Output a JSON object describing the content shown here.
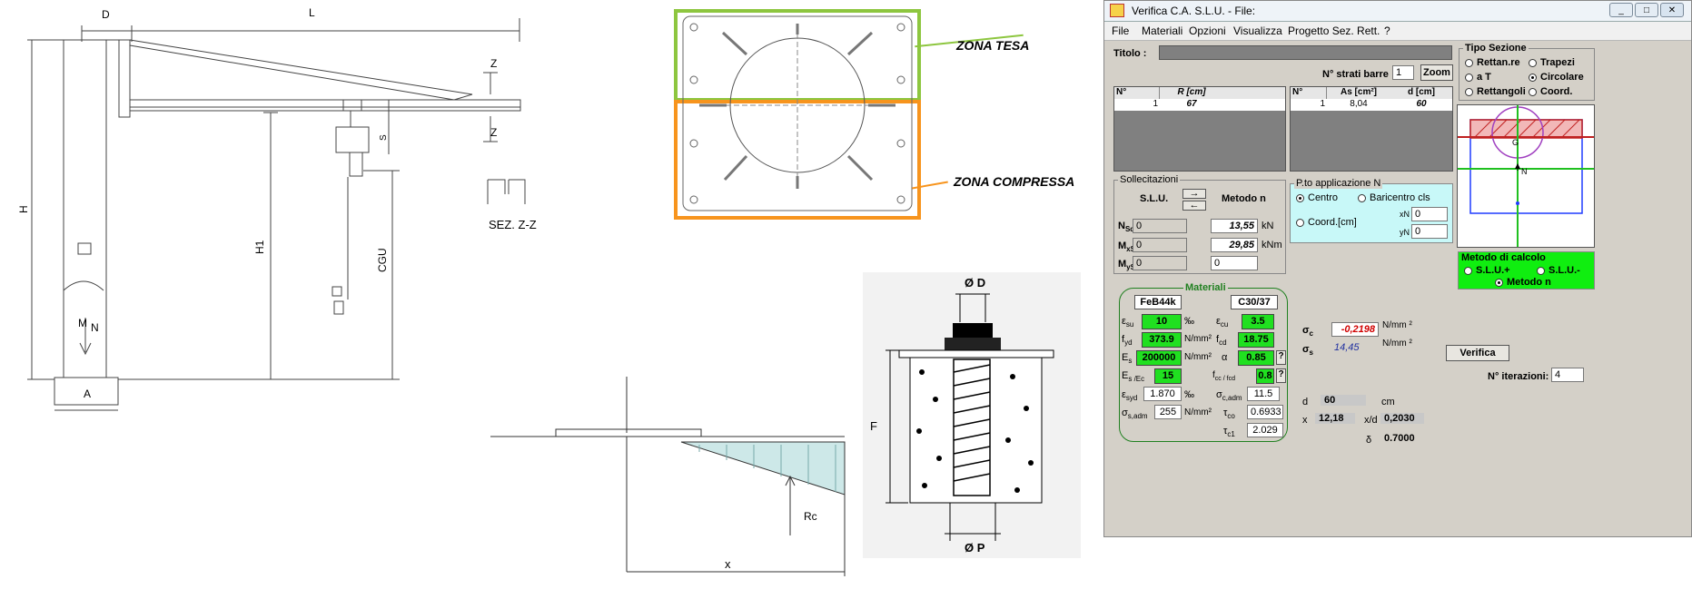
{
  "crane": {
    "dims": {
      "D": "D",
      "L": "L",
      "H": "H",
      "H1": "H1",
      "CGU": "CGU",
      "A": "A",
      "S": "S",
      "Z": "Z",
      "M": "M",
      "N": "N"
    },
    "section_label": "SEZ. Z-Z"
  },
  "plate": {
    "tension_label": "ZONA TESA",
    "compression_label": "ZONA COMPRESSA",
    "tension_color": "#8dc63f",
    "compression_color": "#f7941d"
  },
  "pressure": {
    "rc_label": "Rc",
    "x_label": "x"
  },
  "anchor": {
    "top_label": "Ø D",
    "bottom_label": "Ø P",
    "depth_label": "F"
  },
  "app": {
    "title": "Verifica C.A. S.L.U. - File:",
    "menu": [
      "File",
      "Materiali",
      "Opzioni",
      "Visualizza",
      "Progetto Sez. Rett.",
      "?"
    ],
    "titolo_label": "Titolo :",
    "strati_label": "N° strati barre",
    "strati_value": "1",
    "zoom_label": "Zoom",
    "table_left": {
      "headers": [
        "N°",
        "R [cm]",
        ""
      ],
      "rows": [
        [
          "1",
          "67",
          ""
        ]
      ]
    },
    "table_right": {
      "headers": [
        "N°",
        "As [cm²]",
        "d [cm]"
      ],
      "rows": [
        [
          "1",
          "8,04",
          "60"
        ]
      ]
    },
    "tipo_sezione": {
      "title": "Tipo Sezione",
      "options": [
        "Rettan.re",
        "Trapezi",
        "a T",
        "Circolare",
        "Rettangoli",
        "Coord."
      ],
      "selected": "Circolare"
    },
    "section_preview": {
      "g_label": "G",
      "n_label": "N"
    },
    "sollecitazioni": {
      "title": "Sollecitazioni",
      "slu_label": "S.L.U.",
      "metodo_label": "Metodo n",
      "rows": [
        {
          "label": "N",
          "sub": "Sd",
          "slu": "0",
          "metodo": "13,55",
          "unit": "kN"
        },
        {
          "label": "M",
          "sub": "xSd",
          "slu": "0",
          "metodo": "29,85",
          "unit": "kNm"
        },
        {
          "label": "M",
          "sub": "ySd",
          "slu": "0",
          "metodo": "0",
          "unit": ""
        }
      ]
    },
    "applicazione": {
      "title": "P.to applicazione N",
      "opt_centro": "Centro",
      "opt_baricentro": "Baricentro cls",
      "opt_coord": "Coord.[cm]",
      "xN_label": "xN",
      "xN_value": "0",
      "yN_label": "yN",
      "yN_value": "0",
      "selected": "Centro"
    },
    "metodo_calcolo": {
      "title": "Metodo di calcolo",
      "options": [
        "S.L.U.+",
        "S.L.U.-",
        "Metodo n"
      ],
      "selected": "Metodo n"
    },
    "materiali": {
      "title": "Materiali",
      "steel": "FeB44k",
      "concrete": "C30/37",
      "left": [
        {
          "sym": "ε",
          "sub": "su",
          "value": "10",
          "unit": "‰",
          "green": true
        },
        {
          "sym": "f",
          "sub": "yd",
          "value": "373.9",
          "unit": "N/mm²",
          "green": true
        },
        {
          "sym": "E",
          "sub": "s",
          "value": "200000",
          "unit": "N/mm²",
          "green": true
        },
        {
          "sym": "E",
          "sub": "s /E",
          "sub2": "c",
          "value": "15",
          "unit": "",
          "green": true
        },
        {
          "sym": "ε",
          "sub": "syd",
          "value": "1.870",
          "unit": "‰",
          "green": false
        },
        {
          "sym": "σ",
          "sub": "s,adm",
          "value": "255",
          "unit": "N/mm²",
          "green": false
        }
      ],
      "right": [
        {
          "sym": "ε",
          "sub": "cu",
          "value": "3.5",
          "unit": "",
          "green": true
        },
        {
          "sym": "f",
          "sub": "cd",
          "value": "18.75",
          "unit": "",
          "green": true
        },
        {
          "sym": "α",
          "sub": "",
          "value": "0.85",
          "unit": "?",
          "green": true
        },
        {
          "sym": "f",
          "sub": "cc / f",
          "sub2": "cd",
          "value": "0.8",
          "unit": "?",
          "green": true
        },
        {
          "sym": "σ",
          "sub": "c,adm",
          "value": "11.5",
          "unit": "",
          "green": false
        },
        {
          "sym": "τ",
          "sub": "co",
          "value": "0.6933",
          "unit": "",
          "green": false
        },
        {
          "sym": "τ",
          "sub": "c1",
          "value": "2.029",
          "unit": "",
          "green": false
        }
      ]
    },
    "results": {
      "sigma_c_label": "σ",
      "sigma_c_sub": "c",
      "sigma_c": "-0,2198",
      "sigma_s_label": "σ",
      "sigma_s_sub": "s",
      "sigma_s": "14,45",
      "unit": "N/mm ²",
      "verifica_label": "Verifica",
      "iter_label": "N° iterazioni:",
      "iter_value": "4",
      "d_label": "d",
      "d_value": "60",
      "cm_label": "cm",
      "x_label": "x",
      "x_value": "12,18",
      "xd_label": "x/d",
      "xd_value": "0,2030",
      "delta_label": "δ",
      "delta_value": "0.7000"
    }
  }
}
